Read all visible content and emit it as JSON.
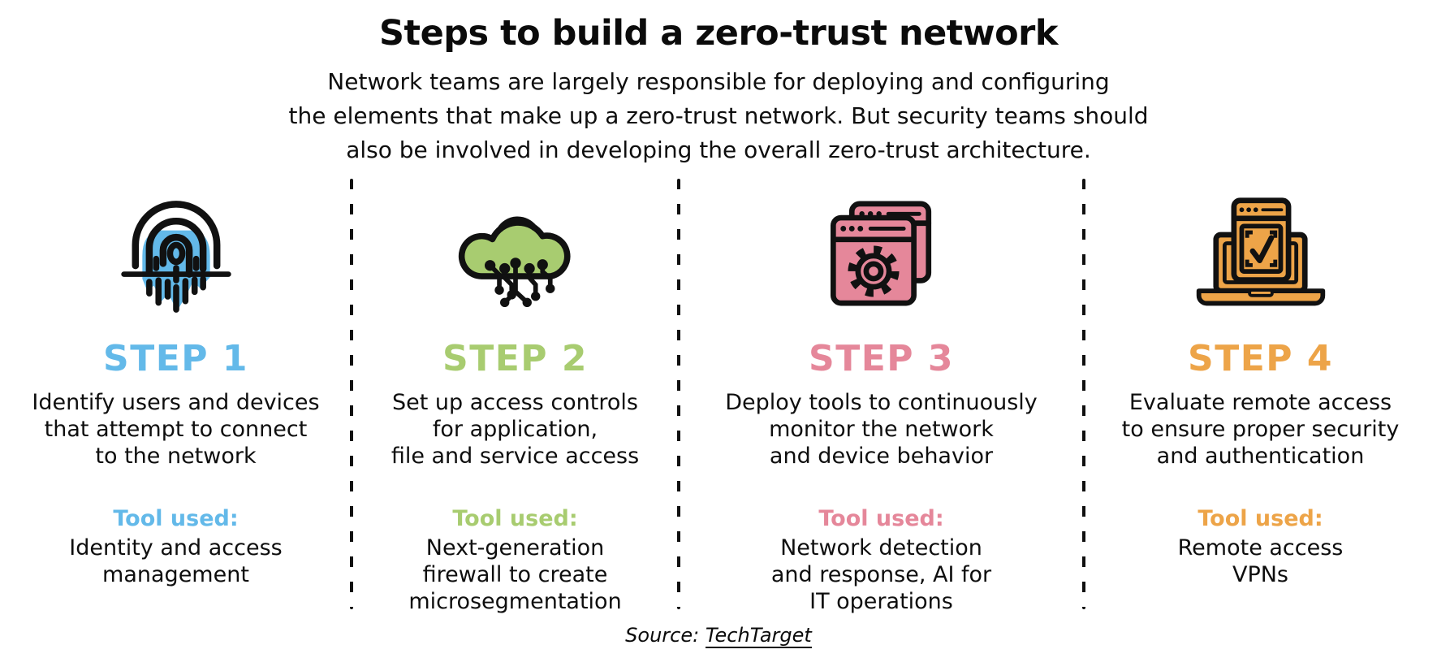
{
  "header": {
    "title": "Steps to build a zero-trust network",
    "subtitle_lines": [
      "Network teams are largely responsible for deploying and configuring",
      "the elements that make up a zero-trust network. But security teams should",
      "also be involved in developing the overall zero-trust architecture."
    ]
  },
  "steps": [
    {
      "label": "STEP 1",
      "color": "#63B9E9",
      "icon": "fingerprint-icon",
      "desc_lines": [
        "Identify users and devices",
        "that attempt to connect",
        "to the network"
      ],
      "tool_label": "Tool used:",
      "tool_lines": [
        "Identity and access",
        "management",
        ""
      ]
    },
    {
      "label": "STEP 2",
      "color": "#A8CC70",
      "icon": "cloud-network-icon",
      "desc_lines": [
        "Set up access controls",
        "for application,",
        "file and service access"
      ],
      "tool_label": "Tool used:",
      "tool_lines": [
        "Next-generation",
        "firewall to create",
        "microsegmentation"
      ]
    },
    {
      "label": "STEP 3",
      "color": "#E5879A",
      "icon": "app-windows-gear-icon",
      "desc_lines": [
        "Deploy tools to continuously",
        "monitor the network",
        "and device behavior"
      ],
      "tool_label": "Tool used:",
      "tool_lines": [
        "Network detection",
        "and response, AI for",
        "IT operations"
      ]
    },
    {
      "label": "STEP 4",
      "color": "#EDA448",
      "icon": "laptop-check-icon",
      "desc_lines": [
        "Evaluate remote access",
        "to ensure proper security",
        "and authentication"
      ],
      "tool_label": "Tool used:",
      "tool_lines": [
        "Remote access",
        "VPNs",
        ""
      ]
    }
  ],
  "footer": {
    "source_label": "Source:",
    "source_link": "TechTarget"
  },
  "colors": {
    "background": "#FFFFFF",
    "text": "#111111",
    "divider": "#101010"
  }
}
